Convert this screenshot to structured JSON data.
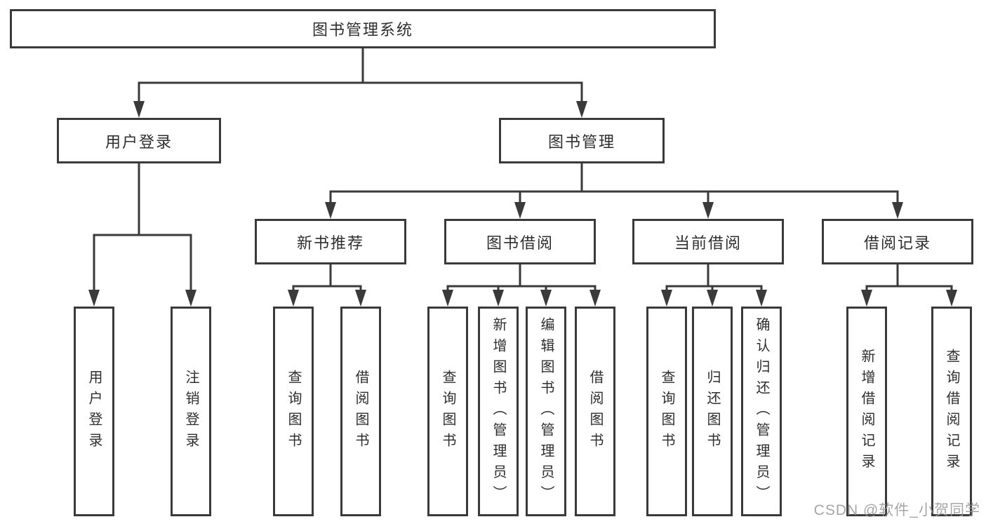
{
  "diagram": {
    "root": "图书管理系统",
    "level2": {
      "user_login": "用户登录",
      "book_management": "图书管理"
    },
    "level3": {
      "new_book_recommend": "新书推荐",
      "book_borrowing": "图书借阅",
      "current_borrowing": "当前借阅",
      "borrowing_records": "借阅记录"
    },
    "leaves": {
      "user_login": "用户登录",
      "logout": "注销登录",
      "query_books_a": "查询图书",
      "borrow_books_a": "借阅图书",
      "query_books_b": "查询图书",
      "add_book_admin": "新增图书（管理员）",
      "edit_book_admin": "编辑图书（管理员）",
      "borrow_books_b": "借阅图书",
      "query_books_c": "查询图书",
      "return_books": "归还图书",
      "confirm_return_admin": "确认归还（管理员）",
      "add_borrow_record": "新增借阅记录",
      "query_borrow_record": "查询借阅记录"
    }
  },
  "watermark": "CSDN @软件_小贺同学",
  "colors": {
    "line": "#3a3a3a",
    "text": "#2e2e2e",
    "watermark": "#969696",
    "background": "#ffffff"
  }
}
